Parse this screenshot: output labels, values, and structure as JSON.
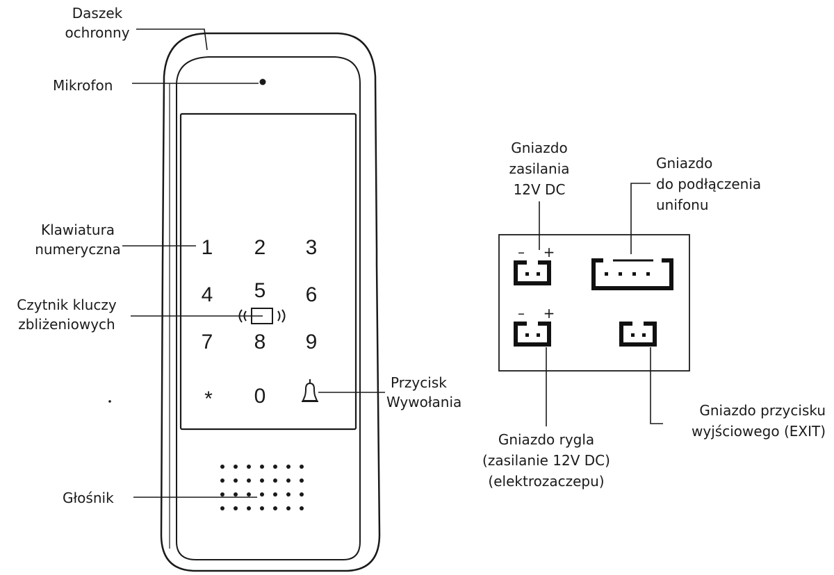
{
  "device": {
    "labels": {
      "daszek": [
        "Daszek",
        "ochronny"
      ],
      "mikrofon": [
        "Mikrofon"
      ],
      "klawiatura": [
        "Klawiatura",
        "numeryczna"
      ],
      "czytnik": [
        "Czytnik kluczy",
        "zbliżeniowych"
      ],
      "przycisk": [
        "Przycisk",
        "Wywołania"
      ],
      "glosnik": [
        "Głośnik"
      ]
    },
    "keypad": [
      "1",
      "2",
      "3",
      "4",
      "5",
      "6",
      "7",
      "8",
      "9",
      "*",
      "0"
    ],
    "call_button_icon": "bell-icon",
    "reader_icon": "rfid-reader-icon"
  },
  "connectors": {
    "power": {
      "lines": [
        "Gniazdo",
        "zasilania",
        "12V DC"
      ],
      "polarity": [
        "–",
        "+"
      ]
    },
    "intercom": {
      "lines": [
        "Gniazdo",
        "do podłączenia",
        "unifonu"
      ]
    },
    "lock": {
      "lines": [
        "Gniazdo rygla",
        "(zasilanie 12V DC)",
        "(elektrozaczepu)"
      ],
      "polarity": [
        "–",
        "+"
      ]
    },
    "exit": {
      "lines": [
        "Gniazdo przycisku",
        "wyjściowego (EXIT)"
      ]
    }
  },
  "colors": {
    "ink": "#1a1a1a",
    "background": "#ffffff"
  }
}
